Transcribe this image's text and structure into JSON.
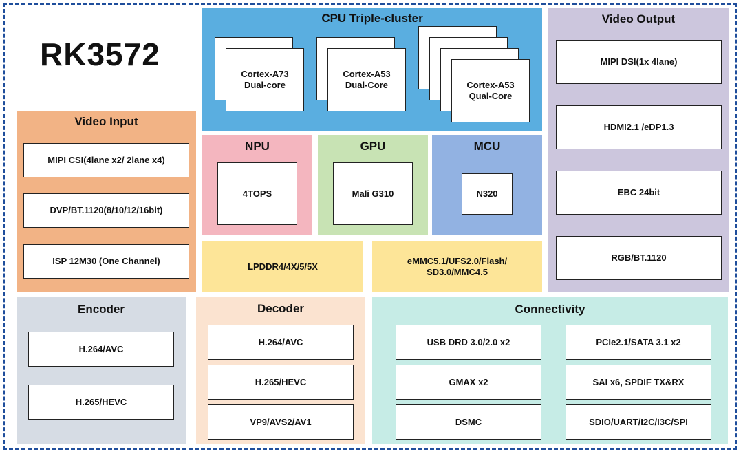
{
  "chip_name": "RK3572",
  "colors": {
    "frame": "#1f4e9c",
    "cpu": "#5aaee0",
    "video_output": "#ccc6dd",
    "video_input": "#f2b385",
    "npu": "#f4b6bf",
    "gpu": "#c8e3b4",
    "mcu": "#92b2e2",
    "memory": "#fde598",
    "encoder": "#d6dce4",
    "decoder": "#fbe3d0",
    "connectivity": "#c6ece6"
  },
  "cpu": {
    "title": "CPU Triple-cluster",
    "clusters": [
      "Cortex-A73\nDual-core",
      "Cortex-A53\nDual-Core",
      "Cortex-A53\nQual-Core"
    ]
  },
  "video_output": {
    "title": "Video Output",
    "items": [
      "MIPI DSI(1x 4lane)",
      "HDMI2.1 /eDP1.3",
      "EBC 24bit",
      "RGB/BT.1120"
    ]
  },
  "video_input": {
    "title": "Video Input",
    "items": [
      "MIPI CSI(4lane x2/ 2lane x4)",
      "DVP/BT.1120(8/10/12/16bit)",
      "ISP 12M30 (One Channel)"
    ]
  },
  "npu": {
    "title": "NPU",
    "value": "4TOPS"
  },
  "gpu": {
    "title": "GPU",
    "value": "Mali G310"
  },
  "mcu": {
    "title": "MCU",
    "value": "N320"
  },
  "memory": {
    "dram": "LPDDR4/4X/5/5X",
    "storage": "eMMC5.1/UFS2.0/Flash/\nSD3.0/MMC4.5"
  },
  "encoder": {
    "title": "Encoder",
    "items": [
      "H.264/AVC",
      "H.265/HEVC"
    ]
  },
  "decoder": {
    "title": "Decoder",
    "items": [
      "H.264/AVC",
      "H.265/HEVC",
      "VP9/AVS2/AV1"
    ]
  },
  "connectivity": {
    "title": "Connectivity",
    "items": [
      "USB DRD 3.0/2.0 x2",
      "PCIe2.1/SATA 3.1 x2",
      "GMAX x2",
      "SAI x6, SPDIF TX&RX",
      "DSMC",
      "SDIO/UART/I2C/I3C/SPI"
    ]
  }
}
